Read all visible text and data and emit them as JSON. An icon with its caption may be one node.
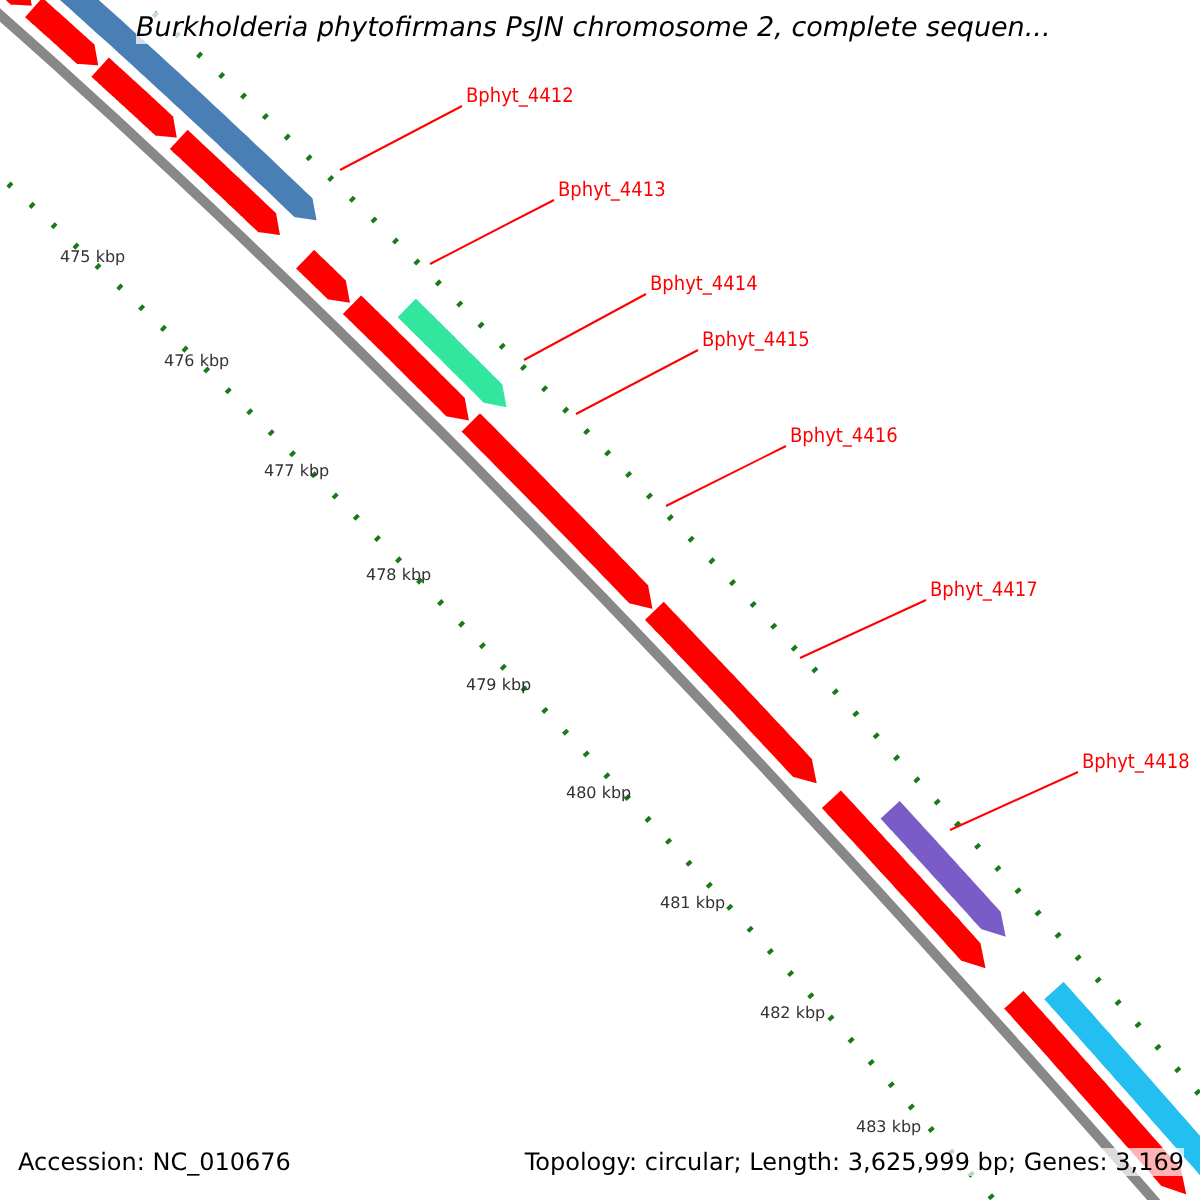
{
  "diagram": {
    "title": "Burkholderia phytofirmans PsJN chromosome 2, complete sequen...",
    "nodes": [
      {
        "text": [
          "Bphyt_4412"
        ]
      },
      {
        "text": [
          "Bphyt_4413"
        ]
      },
      {
        "text": [
          "Bphyt_4414"
        ]
      },
      {
        "text": [
          "Bphyt_4415"
        ]
      },
      {
        "text": [
          "Bphyt_4416"
        ]
      },
      {
        "text": [
          "Bphyt_4417"
        ]
      },
      {
        "text": [
          "Bphyt_4418"
        ]
      }
    ],
    "edges": [
      {
        "from": 0,
        "to": null,
        "arrow": "none",
        "color": "#ff0000"
      },
      {
        "from": 1,
        "to": null,
        "arrow": "none",
        "color": "#ff0000"
      },
      {
        "from": 2,
        "to": null,
        "arrow": "none",
        "color": "#ff0000"
      },
      {
        "from": 3,
        "to": null,
        "arrow": "none",
        "color": "#ff0000"
      },
      {
        "from": 4,
        "to": null,
        "arrow": "none",
        "color": "#ff0000"
      },
      {
        "from": 5,
        "to": null,
        "arrow": "none",
        "color": "#ff0000"
      },
      {
        "from": 6,
        "to": null,
        "arrow": "none",
        "color": "#ff0000"
      }
    ],
    "labels": [
      "475 kbp",
      "476 kbp",
      "477 kbp",
      "478 kbp",
      "479 kbp",
      "480 kbp",
      "481 kbp",
      "482 kbp",
      "483 kbp",
      "Accession: NC_010676",
      "Topology: circular; Length: 3,625,999 bp; Genes: 3,169"
    ]
  }
}
